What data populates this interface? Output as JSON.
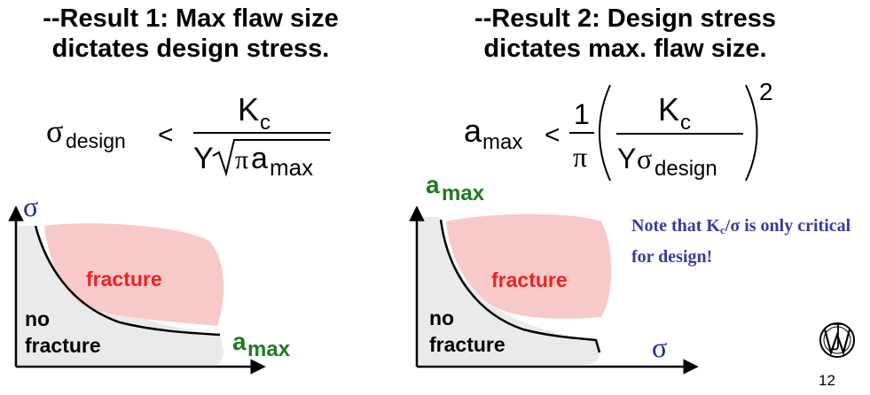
{
  "result1": {
    "heading_line1": "--Result 1:  Max flaw size",
    "heading_line2": "dictates design stress.",
    "eq": {
      "lhs_symbol": "σ",
      "lhs_subscript": "design",
      "relation": "<",
      "num_main": "K",
      "num_sub": "c",
      "den_Y": "Y",
      "den_pi": "π",
      "den_a": "a",
      "den_sub": "max"
    },
    "plot": {
      "y_axis_symbol": "σ",
      "x_axis_main": "a",
      "x_axis_sub": "max",
      "region_fracture": "fracture",
      "region_nofracture_line1": "no",
      "region_nofracture_line2": "fracture"
    }
  },
  "result2": {
    "heading_line1": "--Result 2:  Design stress",
    "heading_line2": "dictates max. flaw size.",
    "eq": {
      "lhs_main": "a",
      "lhs_sub": "max",
      "relation": "<",
      "frac_num": "1",
      "frac_den": "π",
      "num_main": "K",
      "num_sub": "c",
      "den_Y": "Y",
      "den_sigma": "σ",
      "den_sub": "design",
      "exponent": "2"
    },
    "plot": {
      "y_axis_main": "a",
      "y_axis_sub": "max",
      "x_axis_symbol": "σ",
      "region_fracture": "fracture",
      "region_nofracture_line1": "no",
      "region_nofracture_line2": "fracture"
    }
  },
  "note": {
    "pre": "Note that K",
    "sub": "c",
    "post": "/σ is only critical for design!"
  },
  "page_number": "12",
  "colors": {
    "fracture_fill": "#f7c9c9",
    "fracture_text": "#ee2222",
    "nofracture_fill": "#eaeaea",
    "green_label": "#1e7a1e",
    "blue_label": "#1e2a9c",
    "note_text": "#3a3aa0"
  }
}
